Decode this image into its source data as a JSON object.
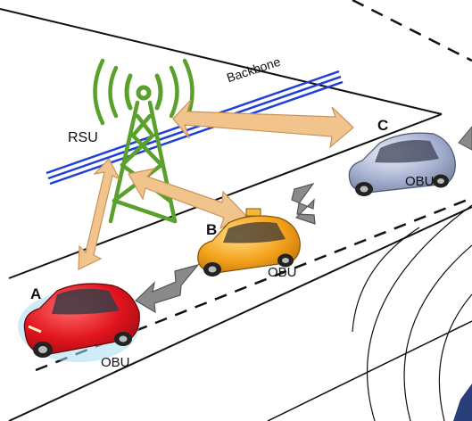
{
  "labels": {
    "rsu": "RSU",
    "backbone": "Backbone",
    "vehicle_a": "A",
    "vehicle_b": "B",
    "vehicle_c": "C",
    "obu_a": "OBU",
    "obu_b": "OBU",
    "obu_c": "OBU"
  },
  "colors": {
    "tower": "#5aa02c",
    "backbone": "#1f3fd6",
    "rsu_link_arrow": "#f2c48d",
    "v2v_arrow": "#8a8a8a",
    "car_a": "#e0141d",
    "car_b": "#f4a21c",
    "car_c": "#9aa6c9"
  },
  "icons": [
    "cell-tower-icon",
    "car-icon",
    "double-arrow-icon"
  ]
}
